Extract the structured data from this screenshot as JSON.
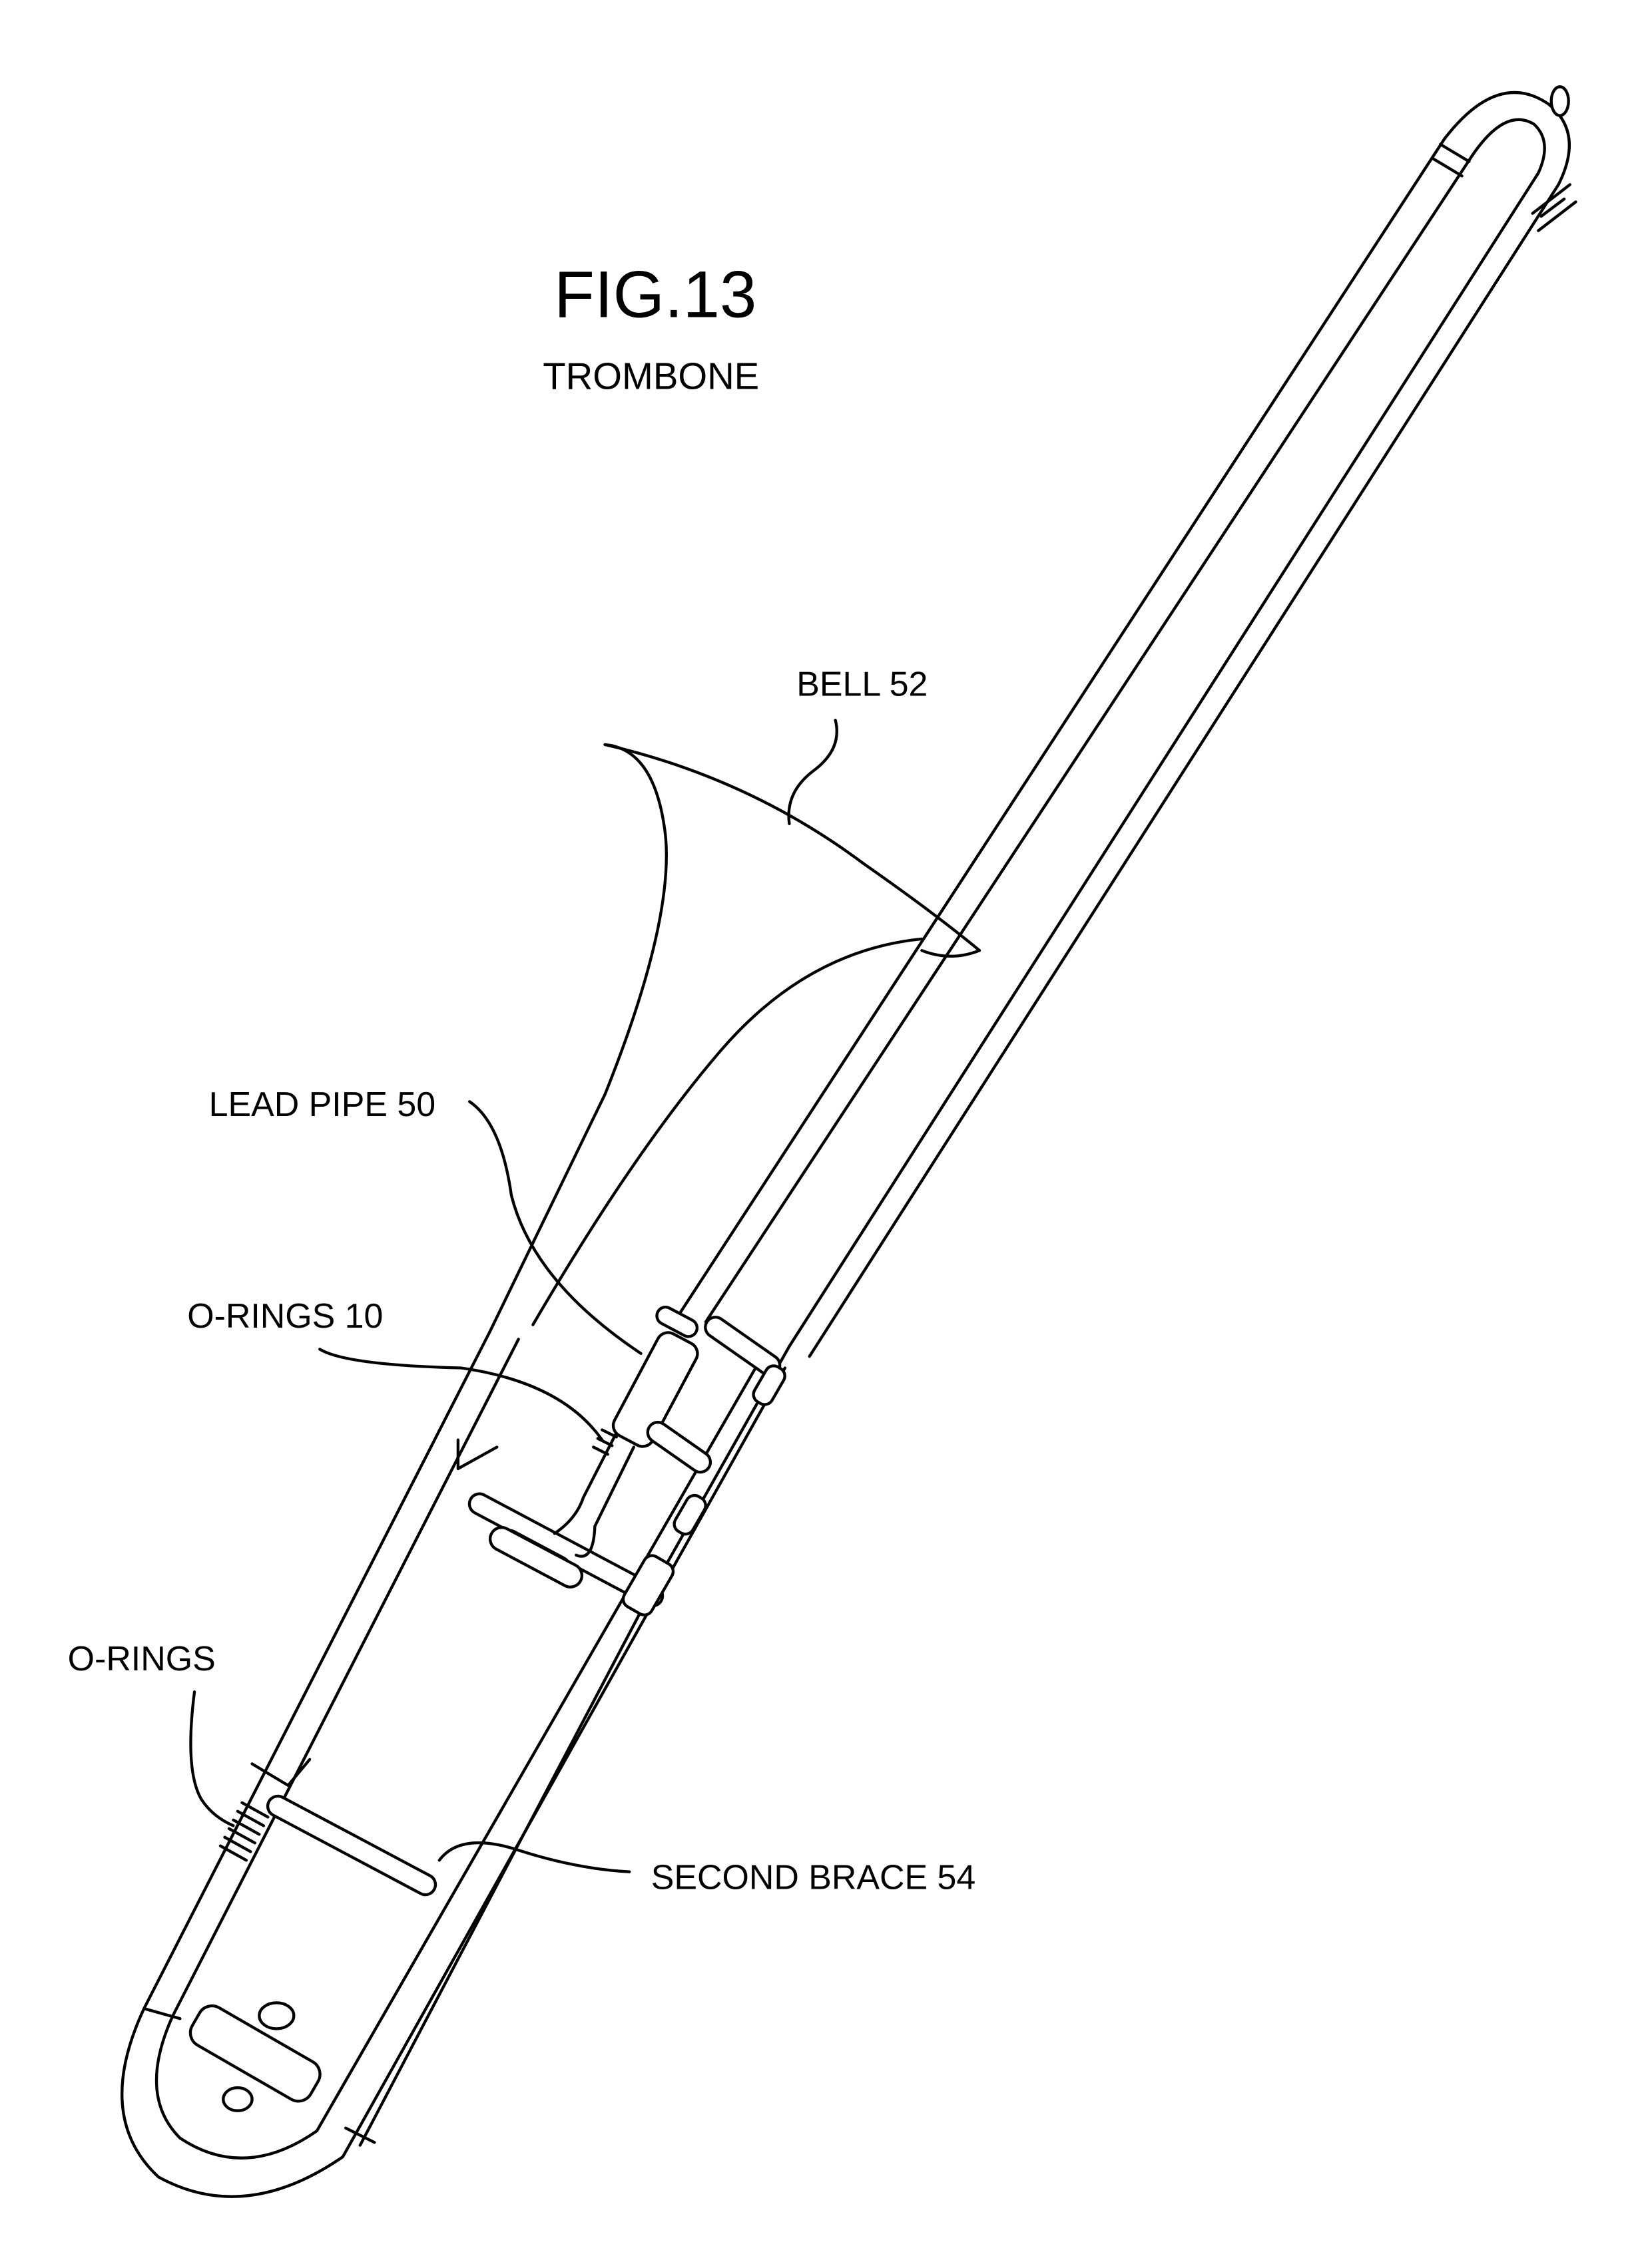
{
  "figure": {
    "number": "FIG.13",
    "title": "TROMBONE"
  },
  "labels": {
    "bell": "BELL 52",
    "lead_pipe": "LEAD PIPE 50",
    "o_rings_10": "O-RINGS 10",
    "o_rings": "O-RINGS",
    "second_brace": "SECOND BRACE 54"
  },
  "colors": {
    "ink": "#000000",
    "paper": "#ffffff"
  }
}
